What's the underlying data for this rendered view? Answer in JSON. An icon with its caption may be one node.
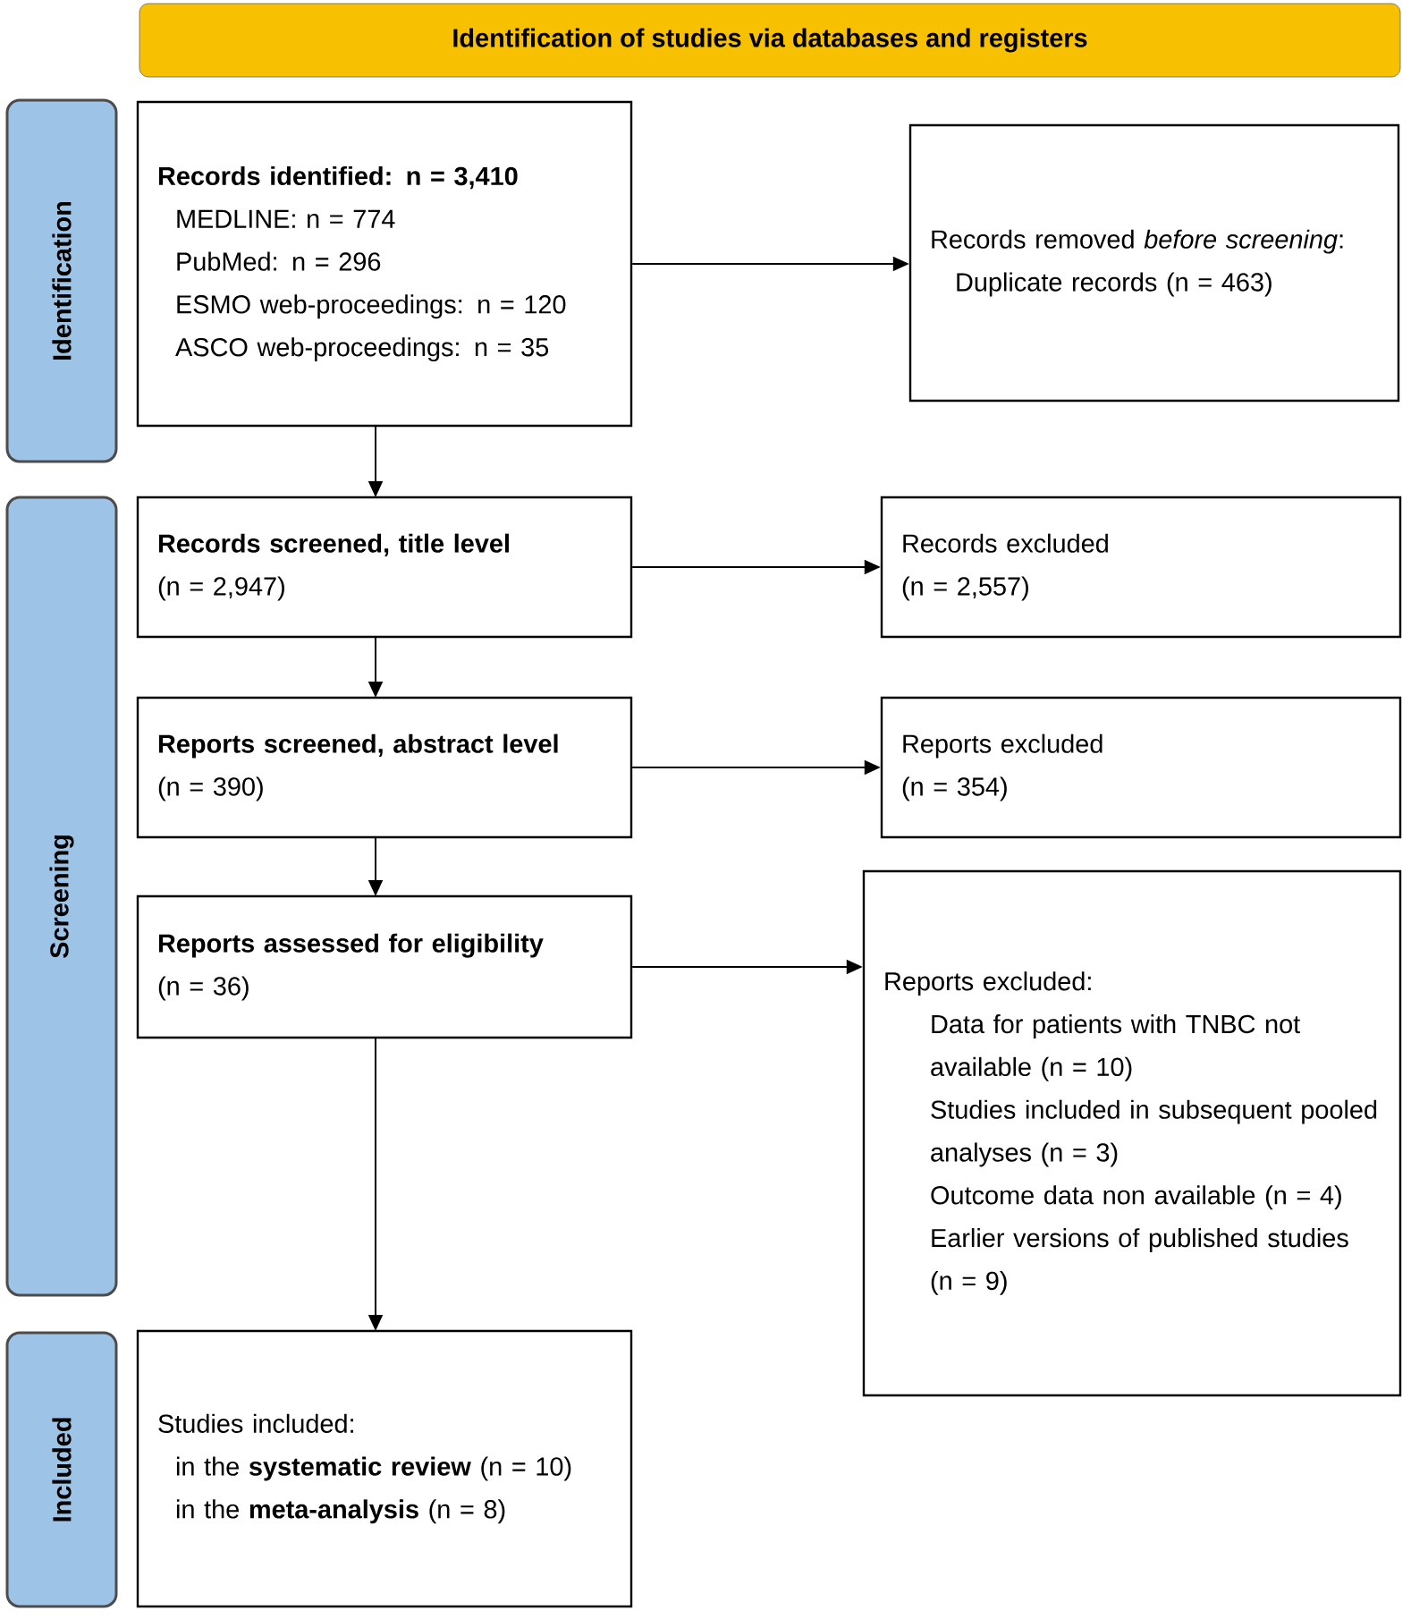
{
  "diagram": {
    "nodes": [
      {
        "text": [
          "Identification of studies via databases and registers"
        ]
      },
      {
        "text": [
          "Identification"
        ]
      },
      {
        "text": [
          "Screening"
        ]
      },
      {
        "text": [
          "Included"
        ]
      },
      {
        "text": [
          "Records identified: n = 3,410",
          "MEDLINE: n = 774",
          "PubMed: n = 296",
          "ESMO web-proceedings: n = 120",
          "ASCO web-proceedings: n = 35"
        ]
      },
      {
        "text": [
          "Records removed *before screening*:",
          "Duplicate records (n = 463)"
        ]
      },
      {
        "text": [
          "Records screened, title level",
          "(n = 2,947)"
        ]
      },
      {
        "text": [
          "Records excluded",
          "(n = 2,557)"
        ]
      },
      {
        "text": [
          "Reports screened, abstract level",
          "(n = 390)"
        ]
      },
      {
        "text": [
          "Reports excluded",
          "(n = 354)"
        ]
      },
      {
        "text": [
          "Reports assessed for eligibility",
          "(n = 36)"
        ]
      },
      {
        "text": [
          "Reports excluded:",
          "Data for patients with TNBC not available (n = 10)",
          "Studies included in subsequent pooled analyses (n = 3)",
          "Outcome data non available (n = 4)",
          "Earlier versions of published studies (n = 9)"
        ]
      },
      {
        "text": [
          "Studies included:",
          "in the **systematic review** (n = 10)",
          "in the **meta-analysis** (n = 8)"
        ]
      }
    ],
    "edges": [
      {
        "from": 4,
        "to": 5,
        "arrow": "to"
      },
      {
        "from": 4,
        "to": 6,
        "arrow": "to"
      },
      {
        "from": 6,
        "to": 7,
        "arrow": "to"
      },
      {
        "from": 6,
        "to": 8,
        "arrow": "to"
      },
      {
        "from": 8,
        "to": 9,
        "arrow": "to"
      },
      {
        "from": 8,
        "to": 10,
        "arrow": "to"
      },
      {
        "from": 10,
        "to": 11,
        "arrow": "to"
      },
      {
        "from": 10,
        "to": 12,
        "arrow": "to"
      }
    ]
  }
}
